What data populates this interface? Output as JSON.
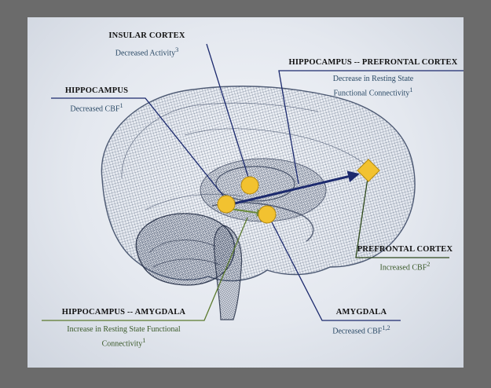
{
  "labels": {
    "insular": {
      "title": "INSULAR CORTEX",
      "desc": "Decreased Activity",
      "sup": "3"
    },
    "hpc_pfc": {
      "title": "HIPPOCAMPUS -- PREFRONTAL CORTEX",
      "desc_line1": "Decrease in Resting State",
      "desc_line2": "Functional Connectivity",
      "sup": "1"
    },
    "hippocampus": {
      "title": "HIPPOCAMPUS",
      "desc": "Decreased CBF",
      "sup": "1"
    },
    "pfc": {
      "title": "PREFRONTAL CORTEX",
      "desc": "Increased CBF",
      "sup": "2"
    },
    "hpc_amy": {
      "title": "HIPPOCAMPUS -- AMYGDALA",
      "desc_line1": "Increase in Resting State Functional",
      "desc_line2": "Connectivity",
      "sup": "1"
    },
    "amygdala": {
      "title": "AMYGDALA",
      "desc": "Decreased CBF",
      "sup": "1,2"
    }
  },
  "colors": {
    "node": "#f2c230",
    "node_stroke": "#b58a10",
    "connector_navy": "#1c2a6e",
    "connector_green": "#2f4a1c",
    "brain_mesh": "#3a4a66",
    "frame": "#6b6b6b"
  }
}
